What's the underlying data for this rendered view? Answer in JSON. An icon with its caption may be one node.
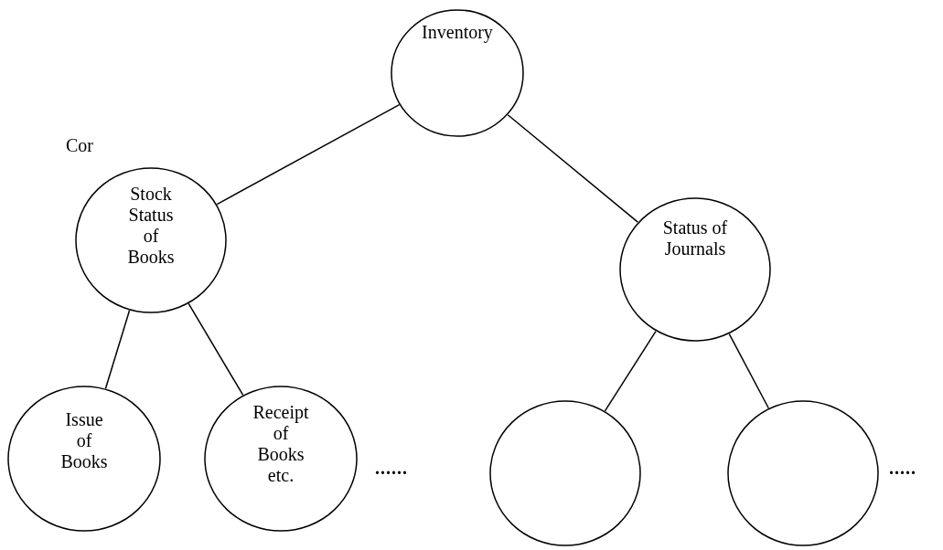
{
  "diagram": {
    "nodes": [
      {
        "text": [
          "Inventory"
        ]
      },
      {
        "text": [
          "Stock Status of Books"
        ]
      },
      {
        "text": [
          "Status of Journals"
        ]
      },
      {
        "text": [
          "Issue of Books"
        ]
      },
      {
        "text": [
          "Receipt of Books etc."
        ]
      },
      {
        "text": [],
        "shape": "circle"
      },
      {
        "text": [],
        "shape": "circle"
      }
    ],
    "edges": [
      {
        "from": 0,
        "to": 1,
        "arrow": "none"
      },
      {
        "from": 0,
        "to": 2,
        "arrow": "none"
      },
      {
        "from": 1,
        "to": 3,
        "arrow": "none"
      },
      {
        "from": 1,
        "to": 4,
        "arrow": "none"
      },
      {
        "from": 2,
        "to": 5,
        "arrow": "none"
      },
      {
        "from": 2,
        "to": 6,
        "arrow": "none"
      }
    ],
    "labels": [
      "Cor",
      "......",
      "....."
    ]
  }
}
